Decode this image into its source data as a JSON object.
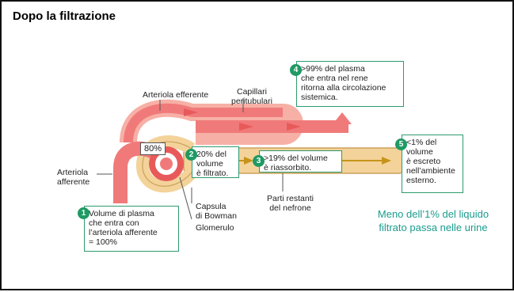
{
  "title": "Dopo la filtrazione",
  "labels": {
    "arteriola_efferente": "Arteriola efferente",
    "capillari_peritubulari": "Capillari\nperitubulari",
    "arteriola_afferente": "Arteriola\nafferente",
    "capsula_bowman": "Capsula\ndi Bowman",
    "glomerulo": "Glomerulo",
    "parti_restanti": "Parti restanti\ndel nefrone",
    "percent_80": "80%"
  },
  "steps": [
    {
      "number": "1",
      "text": "Volume di plasma\nche entra con\nl’arteriola afferente\n= 100%"
    },
    {
      "number": "2",
      "text": "20% del\nvolume\nè filtrato."
    },
    {
      "number": "3",
      "text": ">19% del volume\nè riassorbito."
    },
    {
      "number": "4",
      "text": ">99% del plasma\nche entra nel rene\nritorna alla circolazione\nsistemica."
    },
    {
      "number": "5",
      "text": "<1% del\nvolume\nè escreto\nnell’ambiente\nesterno."
    }
  ],
  "note": "Meno dell’1% del liquido filtrato passa nelle urine",
  "colors": {
    "vessel": "#f07a7a",
    "vessel_light": "#f7b0a6",
    "tubule": "#f3d39a",
    "badge": "#1f9a64",
    "note": "#1a9b8d"
  }
}
